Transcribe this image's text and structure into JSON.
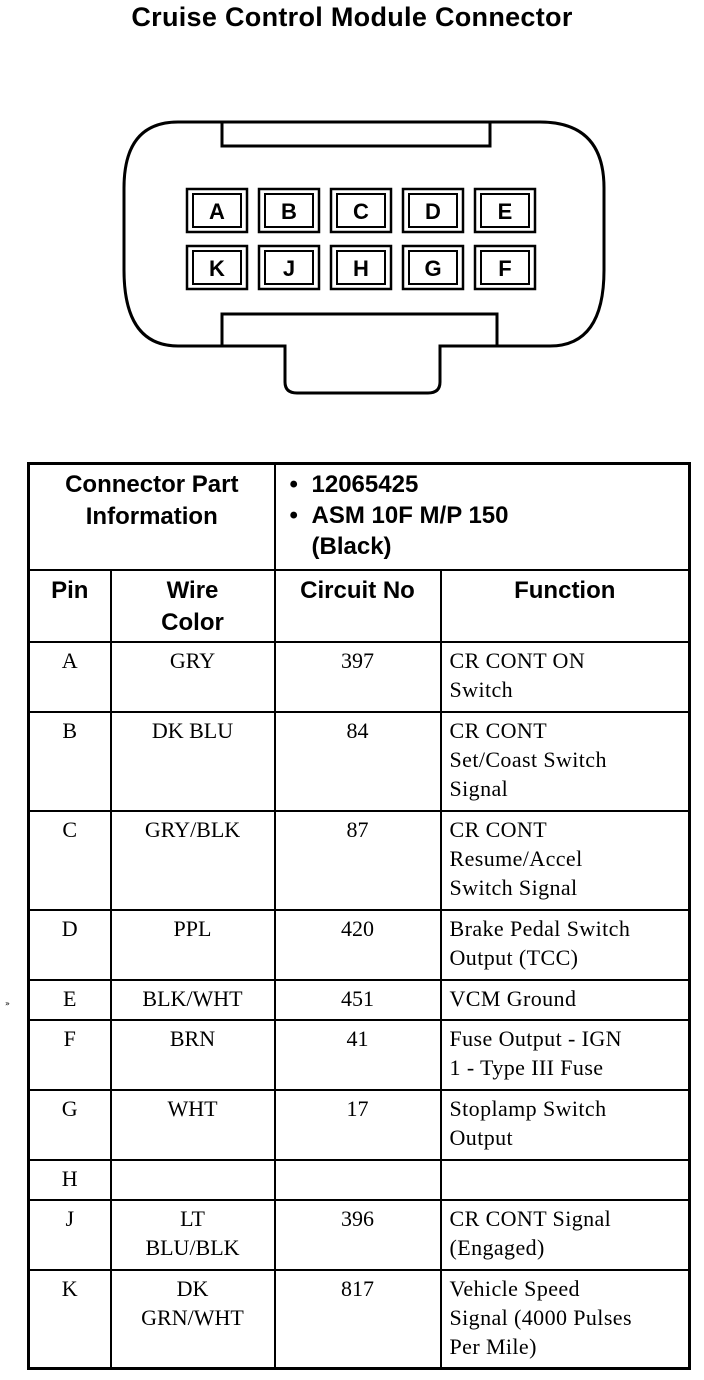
{
  "title": "Cruise Control Module Connector",
  "connector": {
    "top_row": [
      "A",
      "B",
      "C",
      "D",
      "E"
    ],
    "bottom_row": [
      "K",
      "J",
      "H",
      "G",
      "F"
    ]
  },
  "stray_mark": "»",
  "part_info": {
    "label_line1": "Connector Part",
    "label_line2": "Information",
    "bullet": "•",
    "part_number": "12065425",
    "asm_line1": "ASM 10F M/P 150",
    "asm_line2": "(Black)"
  },
  "columns": {
    "pin": "Pin",
    "wire_color_line1": "Wire",
    "wire_color_line2": "Color",
    "circuit": "Circuit No",
    "function": "Function"
  },
  "rows": [
    {
      "pin": "A",
      "color": [
        "GRY"
      ],
      "circuit": "397",
      "function": [
        "CR CONT ON",
        "Switch"
      ]
    },
    {
      "pin": "B",
      "color": [
        "DK BLU"
      ],
      "circuit": "84",
      "function": [
        "CR CONT",
        "Set/Coast Switch",
        "Signal"
      ]
    },
    {
      "pin": "C",
      "color": [
        "GRY/BLK"
      ],
      "circuit": "87",
      "function": [
        "CR CONT",
        "Resume/Accel",
        "Switch Signal"
      ]
    },
    {
      "pin": "D",
      "color": [
        "PPL"
      ],
      "circuit": "420",
      "function": [
        "Brake Pedal Switch",
        "Output (TCC)"
      ]
    },
    {
      "pin": "E",
      "color": [
        "BLK/WHT"
      ],
      "circuit": "451",
      "function": [
        "VCM Ground"
      ]
    },
    {
      "pin": "F",
      "color": [
        "BRN"
      ],
      "circuit": "41",
      "function": [
        "Fuse Output - IGN",
        "1 - Type III Fuse"
      ]
    },
    {
      "pin": "G",
      "color": [
        "WHT"
      ],
      "circuit": "17",
      "function": [
        "Stoplamp Switch",
        "Output"
      ]
    },
    {
      "pin": "H",
      "color": [],
      "circuit": "",
      "function": []
    },
    {
      "pin": "J",
      "color": [
        "LT",
        "BLU/BLK"
      ],
      "circuit": "396",
      "function": [
        "CR CONT Signal",
        "(Engaged)"
      ]
    },
    {
      "pin": "K",
      "color": [
        "DK",
        "GRN/WHT"
      ],
      "circuit": "817",
      "function": [
        "Vehicle Speed",
        "Signal (4000 Pulses",
        "Per Mile)"
      ]
    }
  ]
}
